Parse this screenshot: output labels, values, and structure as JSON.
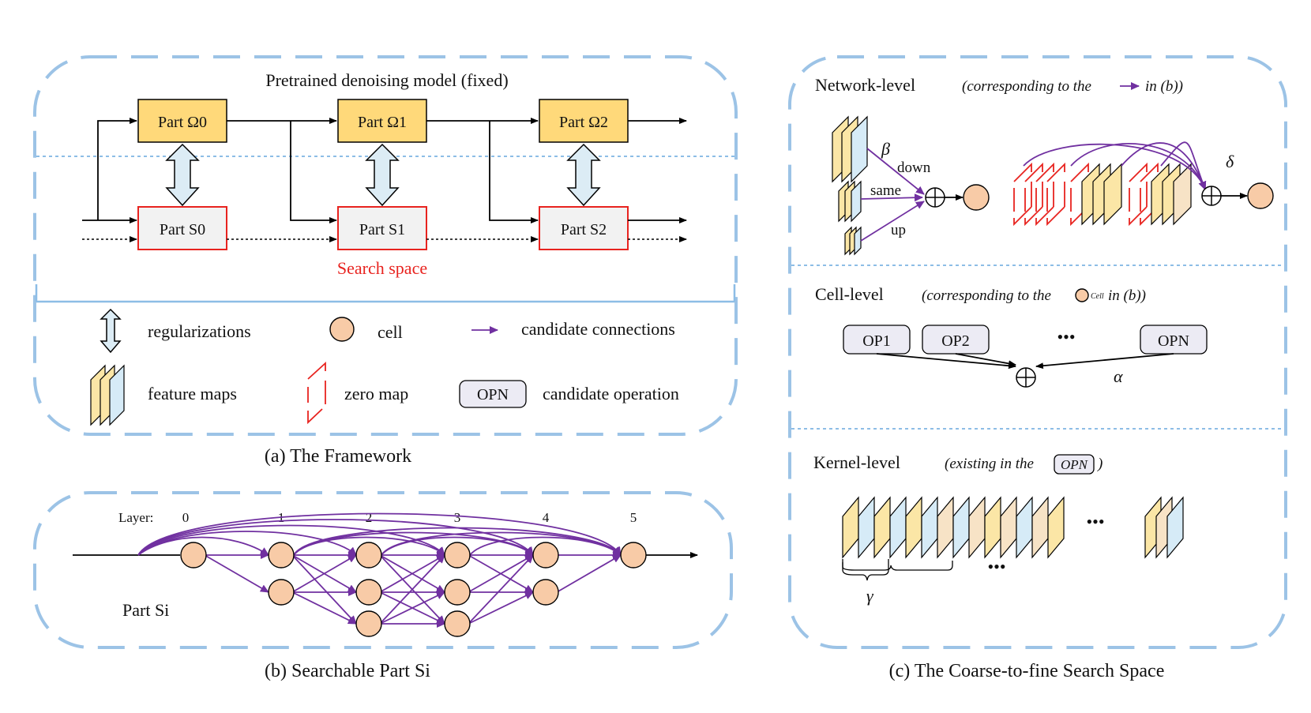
{
  "panel_a": {
    "title": "Pretrained denoising model (fixed)",
    "search_space": "Search space",
    "caption": "(a) The Framework",
    "omega_parts": [
      "Part Ω0",
      "Part Ω1",
      "Part Ω2"
    ],
    "s_parts": [
      "Part S0",
      "Part S1",
      "Part S2"
    ],
    "legend": {
      "regularizations": "regularizations",
      "cell": "cell",
      "candidate_connections": "candidate connections",
      "feature_maps": "feature maps",
      "zero_map": "zero map",
      "op_label": "OPN",
      "candidate_operation": "candidate operation"
    }
  },
  "panel_b": {
    "layer_label": "Layer:",
    "layers": [
      "0",
      "1",
      "2",
      "3",
      "4",
      "5"
    ],
    "part_label": "Part Si",
    "caption": "(b) Searchable Part Si"
  },
  "panel_c": {
    "network_level": "Network-level",
    "network_note": "(corresponding to the",
    "network_note_end": "in (b))",
    "beta": "β",
    "down": "down",
    "same": "same",
    "up": "up",
    "delta": "δ",
    "cell_level": "Cell-level",
    "cell_note": "(corresponding to the",
    "cell_word": "Cell",
    "cell_note_end": "in (b))",
    "ops": [
      "OP1",
      "OP2",
      "OPN"
    ],
    "ellipsis": "•••",
    "alpha": "α",
    "kernel_level": "Kernel-level",
    "kernel_note": "(existing in the",
    "kernel_op": "OPN",
    "kernel_note_end": ")",
    "gamma": "γ",
    "caption": "(c) The Coarse-to-fine Search Space"
  },
  "colors": {
    "dashed_border": "#9cc3e6",
    "omega_fill": "#ffd97a",
    "search_red": "#e8231f",
    "cell_fill": "#f8cba7",
    "purple": "#7030a0",
    "feature_yellow": "#fbe6a6",
    "feature_blue": "#d6ebf7"
  }
}
